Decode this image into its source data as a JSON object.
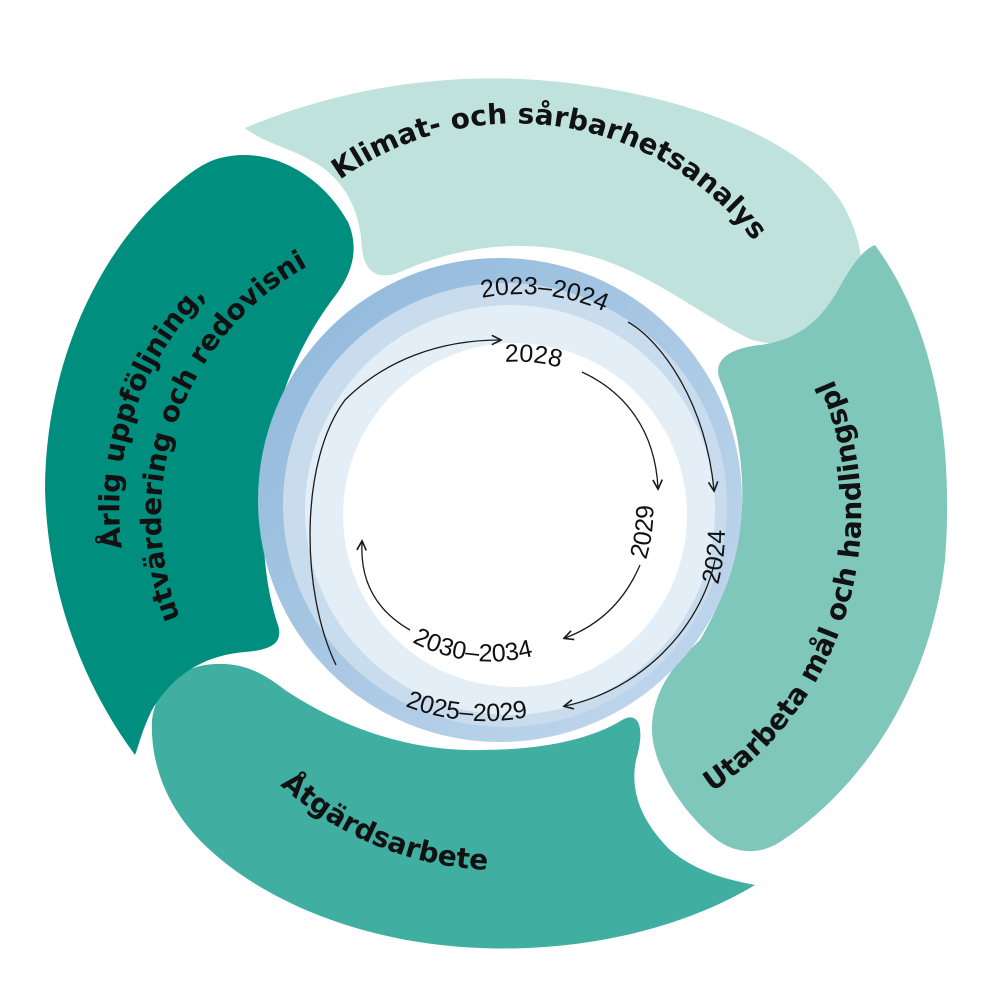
{
  "colors": {
    "phase_analys": "#bfe3dc",
    "phase_mal": "#7fc6bb",
    "phase_atgard": "#41aea2",
    "phase_uppfoljning": "#008f7f",
    "ring_outer": "#a9c9e2",
    "ring_inner": "#e3eef7",
    "ring_inner_edge": "#c9dcee",
    "center": "#ffffff",
    "text": "#111111"
  },
  "phases": [
    {
      "id": "analys",
      "label": "Klimat- och sårbarhetsanalys",
      "icon": "leaf-shaped-arrow-segment"
    },
    {
      "id": "mal",
      "label": "Utarbeta mål och handlingsplan",
      "icon": "leaf-shaped-arrow-segment"
    },
    {
      "id": "atgard",
      "label": "Åtgärdsarbete",
      "icon": "leaf-shaped-arrow-segment"
    },
    {
      "id": "uppfoljning",
      "line1": "Årlig uppföljning,",
      "line2": "utvärdering och redovisning",
      "icon": "leaf-shaped-arrow-segment"
    }
  ],
  "outer_cycle": {
    "years": [
      "2023–2024",
      "2024",
      "2025–2029"
    ]
  },
  "inner_cycle": {
    "years": [
      "2028",
      "2029",
      "2030–2034"
    ]
  }
}
